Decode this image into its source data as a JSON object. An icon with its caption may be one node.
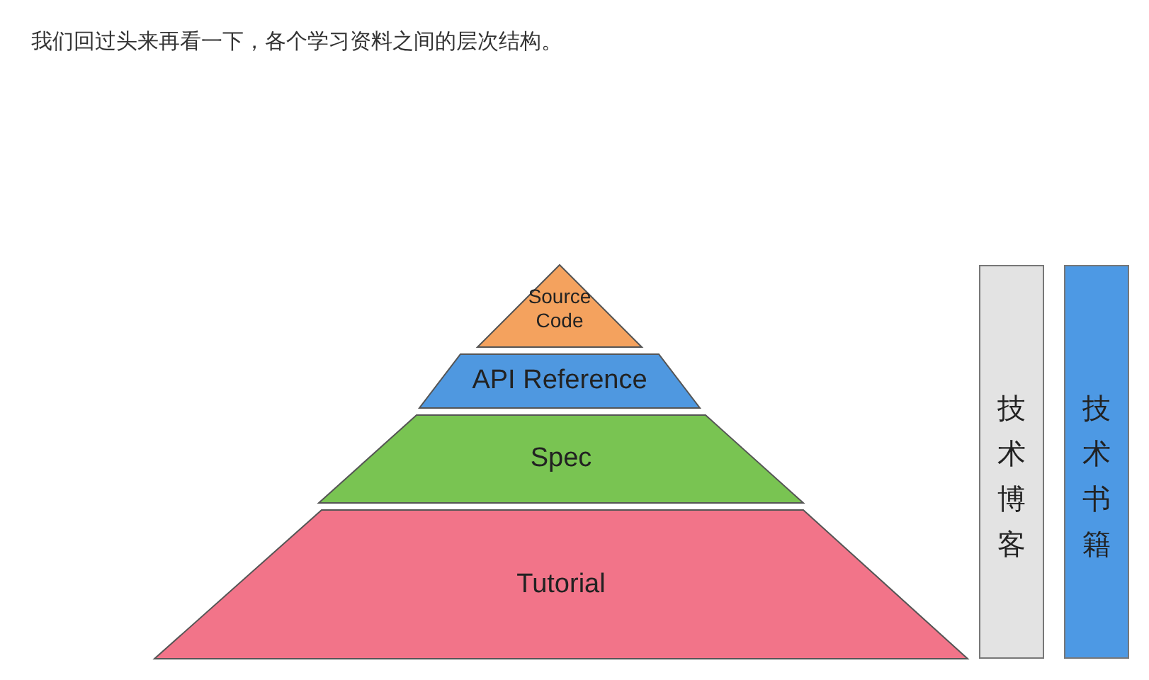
{
  "diagram": {
    "title": "我们回过头来再看一下，各个学习资料之间的层次结构。",
    "nodes": [
      {
        "text": [
          "Source Code"
        ]
      },
      {
        "text": [
          "API Reference"
        ]
      },
      {
        "text": [
          "Spec"
        ]
      },
      {
        "text": [
          "Tutorial"
        ]
      },
      {
        "text": [
          "技术博客"
        ]
      },
      {
        "text": [
          "技术书籍"
        ]
      }
    ]
  }
}
